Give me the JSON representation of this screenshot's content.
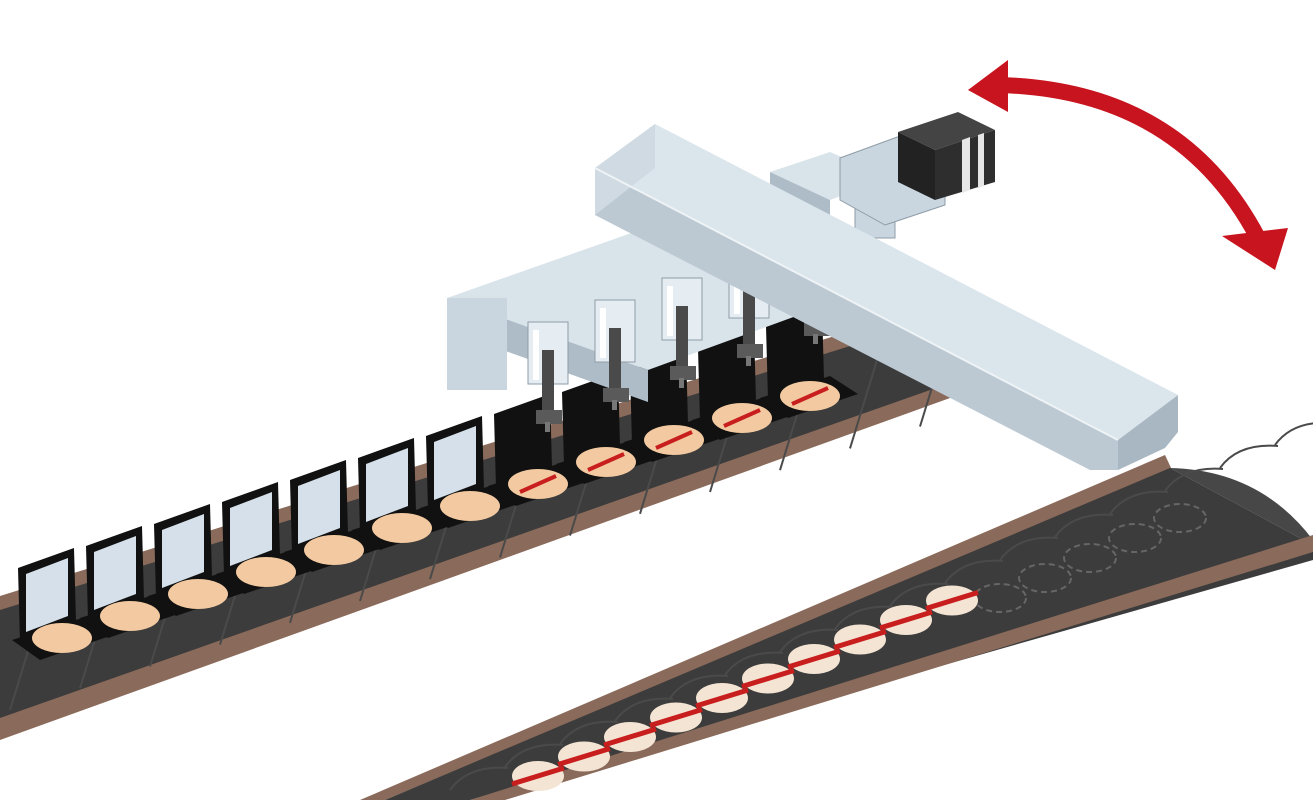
{
  "scene": {
    "colors": {
      "background": "#ffffff",
      "conveyor_rail": "#8a6a5a",
      "conveyor_belt": "#3c3c3c",
      "belt_segment": "#4a4a4a",
      "compact_case": "#111111",
      "compact_mirror": "#d5e0ea",
      "powder": "#f2c9a0",
      "puff": "#f4e4d4",
      "puff_stripe": "#c81e1e",
      "machine_light": "#c9d6df",
      "machine_mid": "#aebcc7",
      "machine_dark": "#8e9ca7",
      "gripper": "#4a4a4a",
      "motor": "#2a2a2a",
      "rotation_arrow": "#c8141e"
    },
    "compact_count": 12,
    "gripper_count": 5,
    "puff_count": 10,
    "empty_puff_slots": 5,
    "icons": [
      "rotation-arrow-icon",
      "servo-motor-icon",
      "gripper-icon"
    ]
  }
}
